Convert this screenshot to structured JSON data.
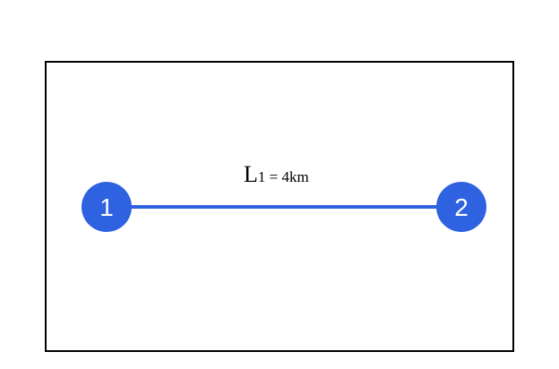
{
  "diagram": {
    "nodes": [
      {
        "id": "1",
        "label": "1"
      },
      {
        "id": "2",
        "label": "2"
      }
    ],
    "edge": {
      "from": "1",
      "to": "2",
      "label_main": "L",
      "label_sub": "1 = 4km"
    }
  },
  "colors": {
    "node_fill": "#2f62e0",
    "edge_stroke": "#2f62e0",
    "frame_border": "#000000"
  }
}
